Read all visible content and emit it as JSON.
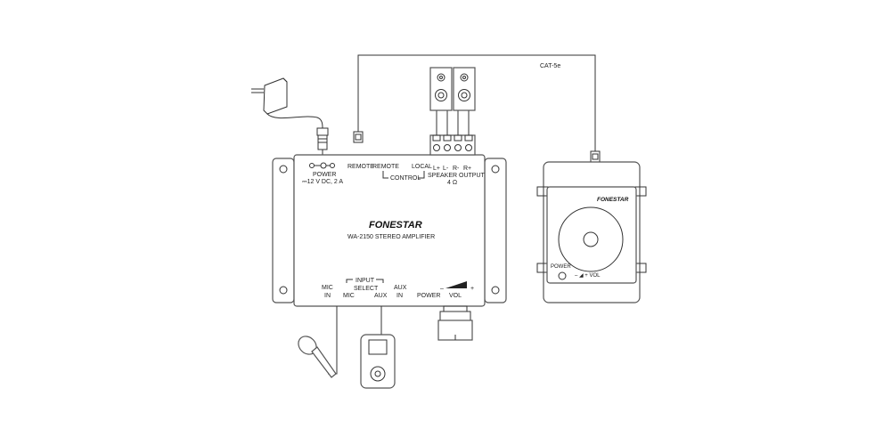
{
  "cable": {
    "label": "CAT-5e"
  },
  "amplifier": {
    "brand": "FONESTAR",
    "model": "WA-2150 STEREO AMPLIFIER",
    "power_jack": {
      "label": "POWER",
      "rating": "⎓12 V DC, 2 A"
    },
    "remote_jack": "REMOTE",
    "control": {
      "remote": "REMOTE",
      "local": "LOCAL",
      "group": "CONTROL"
    },
    "speaker": {
      "terminals": [
        "L+",
        "L-",
        "R-",
        "R+"
      ],
      "label": "SPEAKER OUTPUT",
      "impedance": "4 Ω"
    },
    "inputs": {
      "mic_in_1": "MIC",
      "mic_in_2": "IN",
      "group_1": "INPUT",
      "group_2": "SELECT",
      "sel_mic": "MIC",
      "sel_aux": "AUX",
      "aux_in_1": "AUX",
      "aux_in_2": "IN"
    },
    "power": "POWER",
    "volume": {
      "minus": "–",
      "plus": "+",
      "label": "VOL"
    }
  },
  "wall_control": {
    "brand": "FONESTAR",
    "power": "POWER",
    "volume": "– ◢ + VOL"
  }
}
